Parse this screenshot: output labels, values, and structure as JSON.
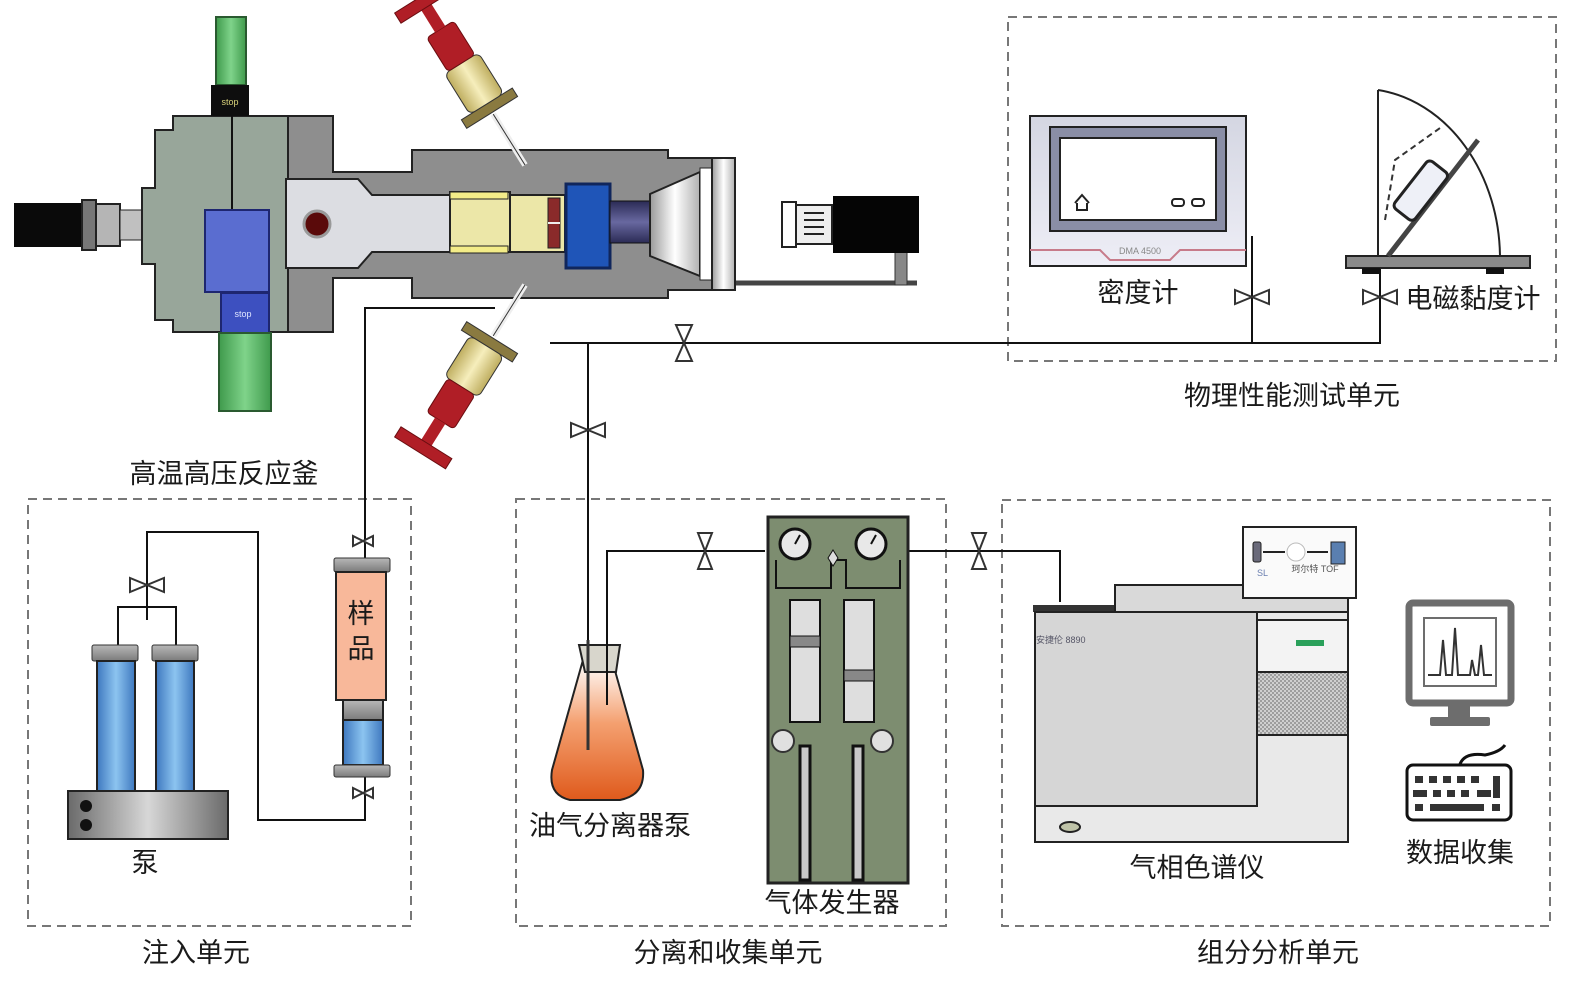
{
  "units": {
    "reactor": "高温高压反应釜",
    "physical_test": "物理性能测试单元",
    "injection": "注入单元",
    "separation": "分离和收集单元",
    "composition": "组分分析单元"
  },
  "components": {
    "densimeter": "密度计",
    "densimeter_brand": "DMA 4500",
    "viscometer": "电磁黏度计",
    "pump": "泵",
    "sample_top": "样",
    "sample_bottom": "品",
    "separator": "油气分离器泵",
    "gas_generator": "气体发生器",
    "gc": "气相色谱仪",
    "gc_brand": "安捷伦 8890",
    "detector_label": "珂尔特 TOF",
    "detector_sl": "SL",
    "data_collection": "数据收集",
    "stop_top": "stop",
    "stop_bottom": "stop"
  },
  "colors": {
    "reactor_body": "#8e8e8e",
    "reactor_left": "#98a69a",
    "green_pipe": "#5fbf6b",
    "blue_block": "#4e63c7",
    "valve_red": "#b01e26",
    "valve_cream": "#e6dca0",
    "pump_blue": "#6aa7e0",
    "sample_fill": "#f8b89a",
    "gas_gen_panel": "#7d8d70",
    "flask_liquid": "#e8692a",
    "gc_body": "#d6d6d6",
    "gc_green": "#2aa05a"
  }
}
